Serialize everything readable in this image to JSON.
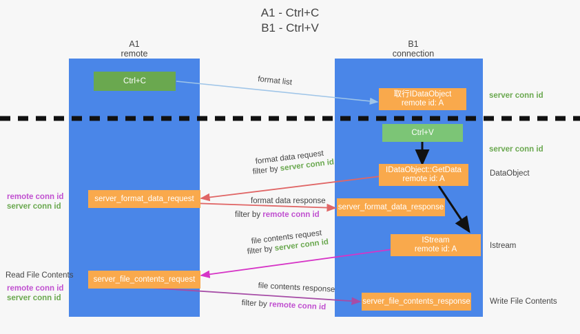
{
  "title": {
    "line1": "A1 - Ctrl+C",
    "line2": "B1 - Ctrl+V"
  },
  "lanes": [
    {
      "name": "A1",
      "sub": "remote",
      "color": "#4a86e8"
    },
    {
      "name": "B1",
      "sub": "connection",
      "color": "#4a86e8"
    }
  ],
  "colors": {
    "lane": "#4a86e8",
    "green_node": "#6aa84f",
    "green_node_light": "#7cc576",
    "orange_node": "#f9a94c",
    "server_conn": "#6aa84f",
    "remote_conn": "#c050d0",
    "arrow_blue": "#9fc5e8",
    "arrow_red": "#e06666",
    "arrow_magenta": "#d634c6",
    "arrow_purple": "#a64ca6",
    "arrow_black": "#000000",
    "text": "#434343"
  },
  "nodes": {
    "ctrl_c": {
      "label": "Ctrl+C"
    },
    "ctrl_v": {
      "label": "Ctrl+V"
    },
    "idataobject": {
      "line1": "取行IDataObject",
      "line2": "remote id: A"
    },
    "getdata": {
      "line1": "IDataObject::GetData",
      "line2": "remote id: A"
    },
    "istream": {
      "line1": "IStream",
      "line2": "remote id: A"
    },
    "server_format_data_request": {
      "label": "server_format_data_request"
    },
    "server_format_data_response": {
      "label": "server_format_data_response"
    },
    "server_file_contents_request": {
      "label": "server_file_contents_request"
    },
    "server_file_contents_response": {
      "label": "server_file_contents_response"
    }
  },
  "arrow_labels": {
    "format_list": "format list",
    "format_data_request": "format data request",
    "format_data_request_filter_prefix": "filter by ",
    "format_data_request_filter_value": "server conn id",
    "format_data_response": "format data response",
    "format_data_response_filter_prefix": "filter by ",
    "format_data_response_filter_value": "remote conn id",
    "file_contents_request": "file contents request",
    "file_contents_request_filter_prefix": "filter by ",
    "file_contents_request_filter_value": "server conn id",
    "file_contents_response": "file contents response",
    "file_contents_response_filter_prefix": "filter by ",
    "file_contents_response_filter_value": "remote conn id"
  },
  "right_labels": {
    "server_conn_id_top": "server conn id",
    "server_conn_id_mid": "server conn id",
    "dataobject": "DataObject",
    "istream": "Istream",
    "write_file_contents": "Write File Contents"
  },
  "left_labels": {
    "remote_conn_id_1": "remote conn id",
    "server_conn_id_1": "server conn id",
    "read_file_contents": "Read File Contents",
    "remote_conn_id_2": "remote conn id",
    "server_conn_id_2": "server conn id"
  }
}
